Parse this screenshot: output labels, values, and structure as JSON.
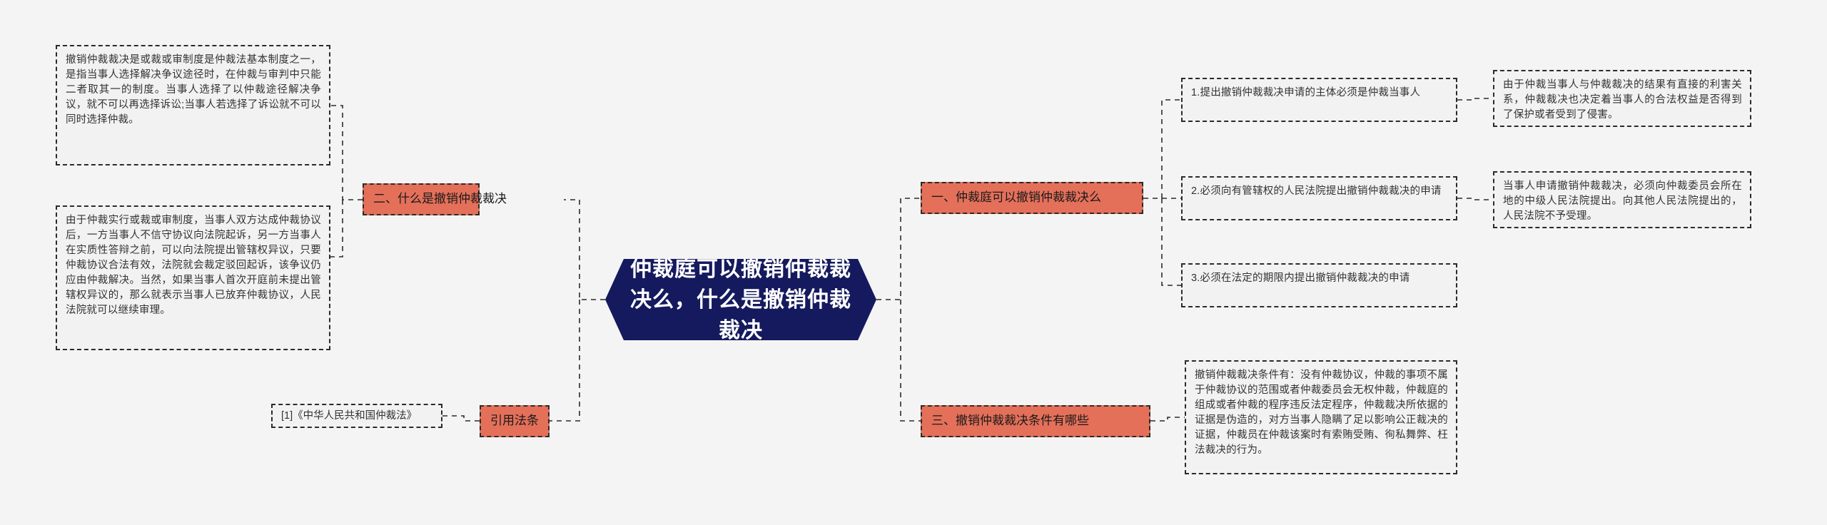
{
  "theme": {
    "background": "#f4f4f4",
    "center_fill": "#151a5e",
    "center_text": "#ffffff",
    "topic_fill": "#e4705a",
    "leaf_fill": "#f2f2f2",
    "border": "#2b2b2b"
  },
  "center": {
    "title": "仲裁庭可以撤销仲裁裁决么，什么是撤销仲裁裁决"
  },
  "left_branch": {
    "topic_2": "二、什么是撤销仲裁裁决",
    "topic_cite": "引用法条",
    "detail_1": "撤销仲裁裁决是或裁或审制度是仲裁法基本制度之一，是指当事人选择解决争议途径时，在仲裁与审判中只能二者取其一的制度。当事人选择了以仲裁途径解决争议，就不可以再选择诉讼;当事人若选择了诉讼就不可以同时选择仲裁。",
    "detail_2": "由于仲裁实行或裁或审制度，当事人双方达成仲裁协议后，一方当事人不信守协议向法院起诉，另一方当事人在实质性答辩之前，可以向法院提出管辖权异议，只要仲裁协议合法有效，法院就会裁定驳回起诉，该争议仍应由仲裁解决。当然，如果当事人首次开庭前未提出管辖权异议的，那么就表示当事人已放弃仲裁协议，人民法院就可以继续审理。",
    "citation": "[1]《中华人民共和国仲裁法》"
  },
  "right_branch": {
    "topic_1": "一、仲裁庭可以撤销仲裁裁决么",
    "topic_3": "三、撤销仲裁裁决条件有哪些",
    "conditions": [
      "1.提出撤销仲裁裁决申请的主体必须是仲裁当事人",
      "2.必须向有管辖权的人民法院提出撤销仲裁裁决的申请",
      "3.必须在法定的期限内提出撤销仲裁裁决的申请"
    ],
    "condition_notes": [
      "由于仲裁当事人与仲裁裁决的结果有直接的利害关系，仲裁裁决也决定着当事人的合法权益是否得到了保护或者受到了侵害。",
      "当事人申请撤销仲裁裁决，必须向仲裁委员会所在地的中级人民法院提出。向其他人民法院提出的，人民法院不予受理。"
    ],
    "detail_3": "撤销仲裁裁决条件有：没有仲裁协议，仲裁的事项不属于仲裁协议的范围或者仲裁委员会无权仲裁，仲裁庭的组成或者仲裁的程序违反法定程序，仲裁裁决所依据的证据是伪造的，对方当事人隐瞒了足以影响公正裁决的证据，仲裁员在仲裁该案时有索贿受贿、徇私舞弊、枉法裁决的行为。"
  }
}
